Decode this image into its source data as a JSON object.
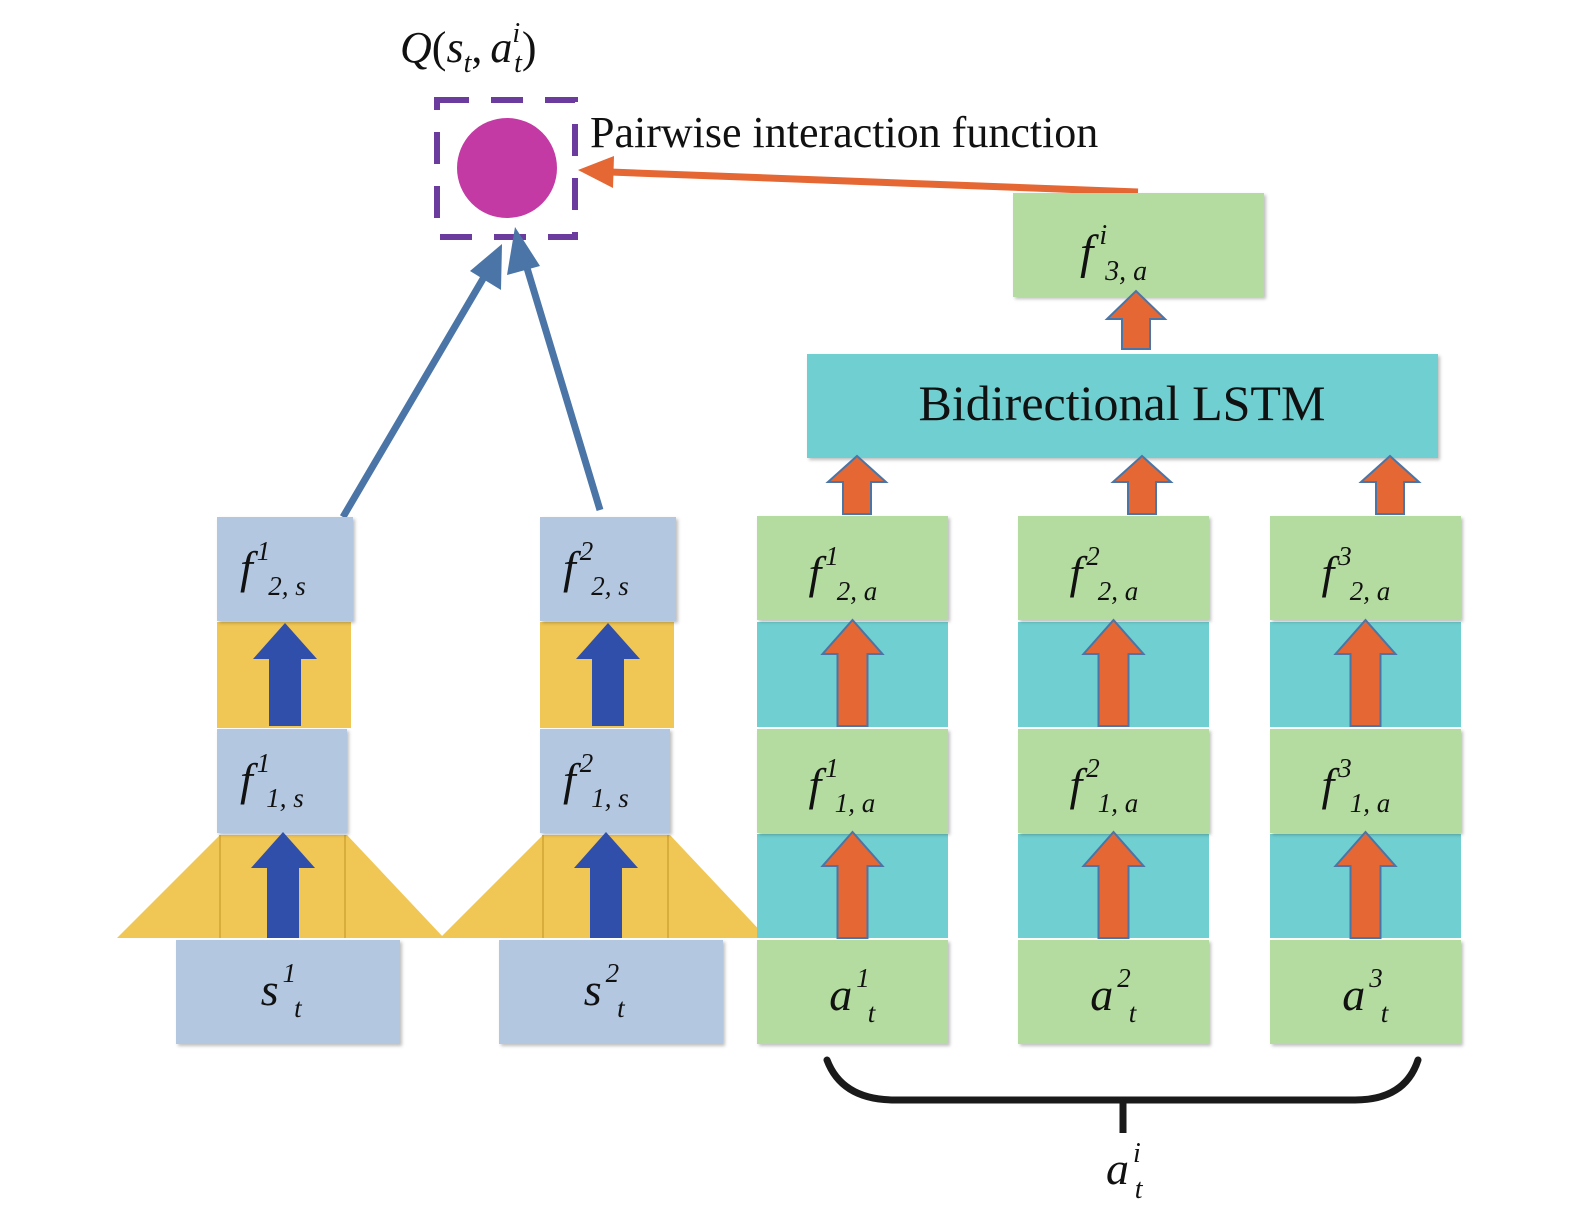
{
  "title": {
    "Q": "Q",
    "open": "(",
    "s": "s",
    "s_sub": "t",
    "comma": ",",
    "a": "a",
    "a_sup": "i",
    "a_sub": "t",
    "close": ")"
  },
  "pairwise_label": "Pairwise interaction function",
  "lstm_label": "Bidirectional LSTM",
  "top_feature": {
    "base": "f",
    "sup": "i",
    "sub": "3, a"
  },
  "state_columns": [
    {
      "f2": {
        "base": "f",
        "sup": "1",
        "sub": "2, s"
      },
      "f1": {
        "base": "f",
        "sup": "1",
        "sub": "1, s"
      },
      "input": {
        "base": "s",
        "sup": "1",
        "sub": "t"
      }
    },
    {
      "f2": {
        "base": "f",
        "sup": "2",
        "sub": "2, s"
      },
      "f1": {
        "base": "f",
        "sup": "2",
        "sub": "1, s"
      },
      "input": {
        "base": "s",
        "sup": "2",
        "sub": "t"
      }
    }
  ],
  "action_columns": [
    {
      "f2": {
        "base": "f",
        "sup": "1",
        "sub": "2, a"
      },
      "f1": {
        "base": "f",
        "sup": "1",
        "sub": "1, a"
      },
      "input": {
        "base": "a",
        "sup": "1",
        "sub": "t"
      }
    },
    {
      "f2": {
        "base": "f",
        "sup": "2",
        "sub": "2, a"
      },
      "f1": {
        "base": "f",
        "sup": "2",
        "sub": "1, a"
      },
      "input": {
        "base": "a",
        "sup": "2",
        "sub": "t"
      }
    },
    {
      "f2": {
        "base": "f",
        "sup": "3",
        "sub": "2, a"
      },
      "f1": {
        "base": "f",
        "sup": "3",
        "sub": "1, a"
      },
      "input": {
        "base": "a",
        "sup": "3",
        "sub": "t"
      }
    }
  ],
  "brace_label": {
    "base": "a",
    "sup": "i",
    "sub": "t"
  },
  "colors": {
    "state_box": "#b3c7e1",
    "yellow": "#f0c654",
    "green_box": "#b5dca0",
    "teal_box": "#70cfd0",
    "blue_arrow": "#2f4faa",
    "orange_arrow": "#e46734",
    "connector_blue": "#4a75a6",
    "magenta_node": "#c43aa5",
    "purple_dash": "#6b3b9e"
  }
}
